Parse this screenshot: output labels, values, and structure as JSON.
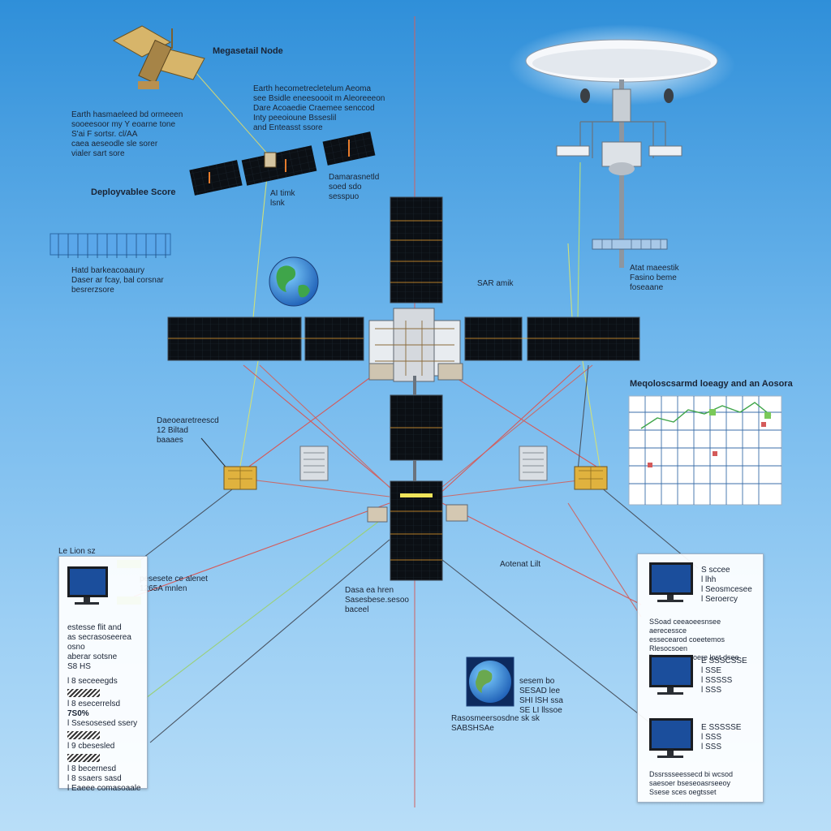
{
  "labels": {
    "node_title": "Megasetail Node",
    "earth_top": "Earth hecometrecletelum Aeoma\nsee Bsidle eneesoooit m Aleoreeeon\nDare Acoaedie Craemee senccod\nInty peeoioune Bsseslil\nand Enteasst ssore",
    "earth_left": "Earth hasmaeleed bd ormeeen\nsooeesoor my Y eoarne tone\nS'ai F sortsr. cl/AA\ncaea aeseodle sle sorer\nvialer sart sore",
    "deployable": "Deployvablee Score",
    "ai_link": "AI timk\nlsnk",
    "dm_top": "Damarasnetld\nsoed sdo\nsesspuo",
    "sar": "SAR amik",
    "hard_sec": "Hatd barkeacoaaury\nDaser ar fcay, bal corsnar\nbesrerzsore",
    "ant_right": "Atat maeestik\nFasino beme\nfoseaane",
    "chart_title": "Meqoloscsarmd loeagy and an Aosora",
    "dm_mid": "Daeoearetreescd\n12 Biltad\nbaaaes",
    "le_lion": "Le Lion sz",
    "mid_small": "pesesete ce alenet\n1265A mnlen",
    "center_low": "Dasa ea hren\nSasesbese.sesoo\nbaceel",
    "antenna_link": "Aotenat Lilt",
    "globe_caption": "Rasosmeersosdne sk sk\nSABSHSAe",
    "globe_side": "sesem bo\nSESAD lee\nSHI lSH ssa\nSE LI llssoe"
  },
  "left_panel": {
    "header_lines": [
      "estesse flit and",
      "as secrasoseerea osno",
      "aberar sotsne",
      "S8 HS"
    ],
    "items": [
      "l 8 seceeegds",
      "l 8 esecerrelsd",
      "7S0%",
      "l Ssesosesed ssery",
      "l 9 cbesesled",
      "l 8 becernesd",
      "l 8 ssaers sasd",
      "l Eaeee comasoaale"
    ]
  },
  "right_panel": {
    "monitors": [
      {
        "lines": [
          "S sccee",
          "l lhh",
          "l Seosmcesee",
          "l Seroercy"
        ]
      },
      {
        "lines": [
          "E SSSCSSE",
          "l SSE",
          "l SSSSS",
          "l SSS"
        ]
      },
      {
        "lines": [
          "E SSSSSE",
          "l SSS",
          "l SSS"
        ]
      }
    ],
    "note_mid": "SSoad ceeaoeesnsee aerecessce\nessecearod coeetemos Rlesocsoen\nlhsst cosseosoere lost dsee\nrsso",
    "note_bottom": "Dssrssseessecd bi wcsod\nsaesoer bseseoasrseeoy\nSsese sces oegtsset"
  },
  "colors": {
    "sky_top": "#2f8fd9",
    "sky_bottom": "#b9def8",
    "solar_panel": "#0b0f14",
    "panel_grid": "#f0a531",
    "red_link": "#d45a5a",
    "yellow_green_link": "#cfe07a",
    "grey_link": "#4a5462",
    "module_gold": "#e0b23e"
  }
}
